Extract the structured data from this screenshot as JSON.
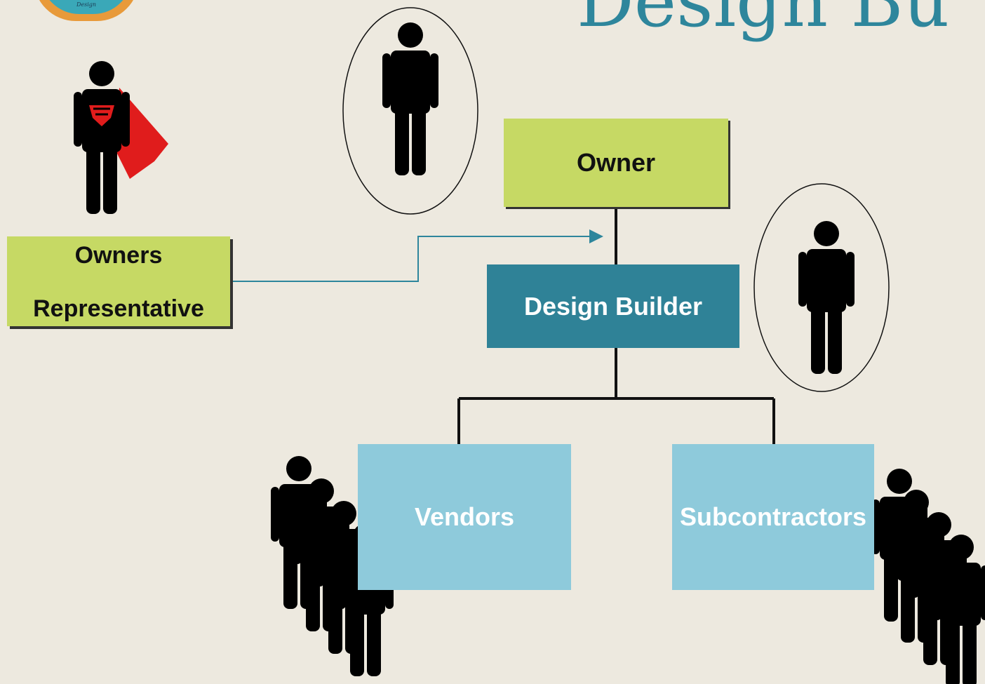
{
  "title": "Design Bu",
  "logo": {
    "text": "Design"
  },
  "nodes": {
    "owner": "Owner",
    "design_builder": "Design Builder",
    "vendors": "Vendors",
    "subcontractors": "Subcontractors",
    "owners_representative": {
      "line1": "Owners",
      "line2": "Representative"
    }
  },
  "colors": {
    "owner_box": "#c6d964",
    "design_builder_box": "#2f8297",
    "leaf_box": "#8ecadb",
    "title": "#2e869c",
    "arrow": "#2e869c",
    "cape": "#e02020"
  },
  "icons": [
    "superhero-person-icon",
    "person-icon",
    "person-group-icon"
  ]
}
